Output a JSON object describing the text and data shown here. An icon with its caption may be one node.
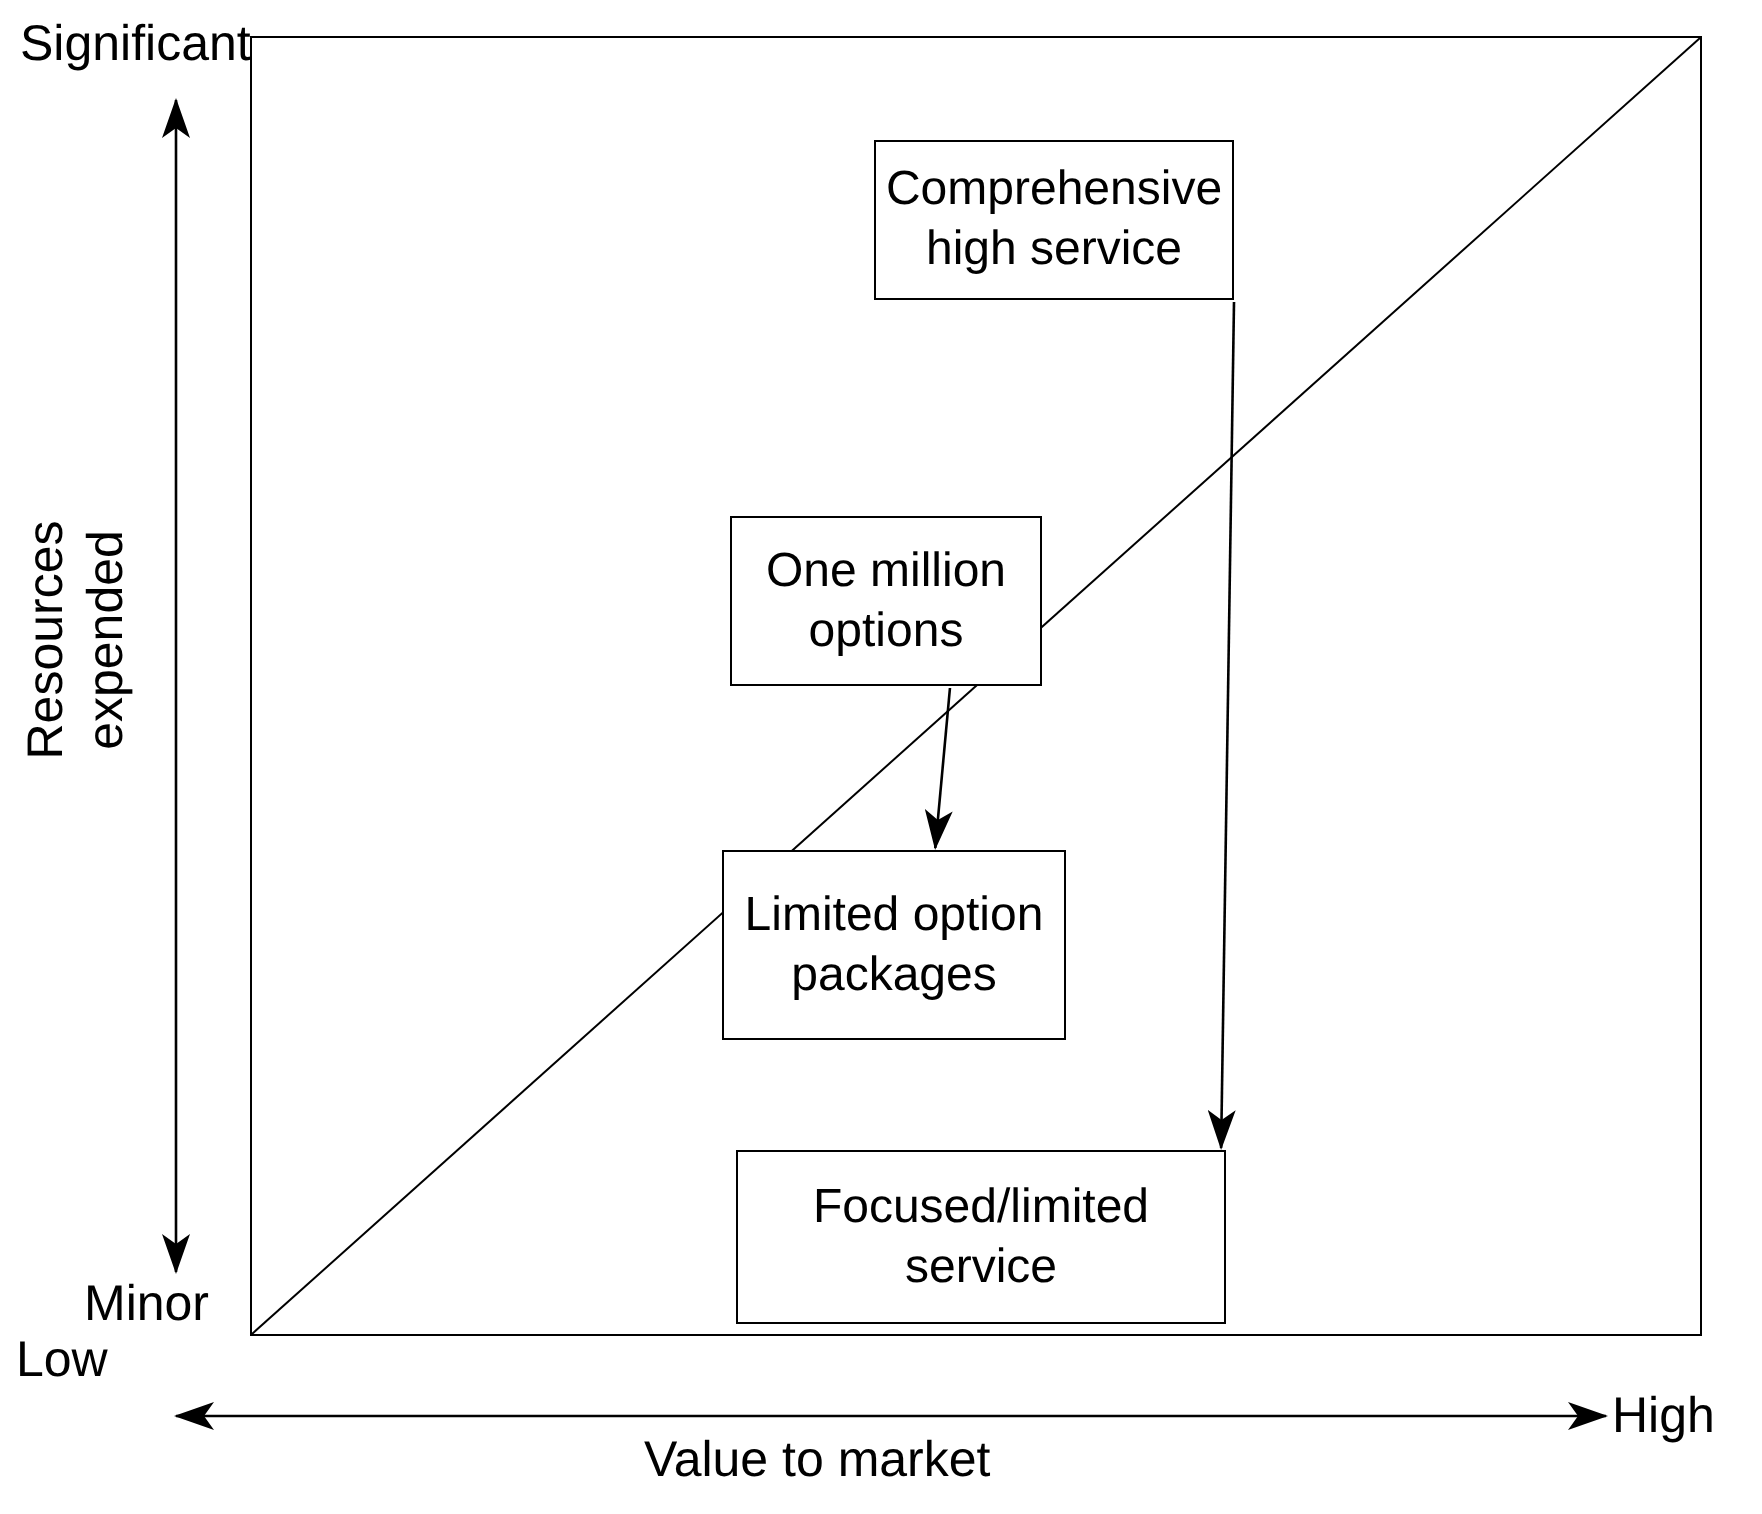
{
  "diagram": {
    "nodes": [
      {
        "text": [],
        "shape": "box"
      },
      {
        "text": [
          "Comprehensive high service"
        ],
        "in": 0
      },
      {
        "text": [
          "One million options"
        ],
        "in": 0
      },
      {
        "text": [
          "Limited option packages"
        ],
        "in": 0
      },
      {
        "text": [
          "Focused/limited service"
        ],
        "in": 0
      }
    ],
    "edges": [
      {
        "from": 2,
        "to": 3,
        "arrow": "to"
      },
      {
        "from": 1,
        "to": 4,
        "arrow": "to"
      }
    ],
    "labels": [
      "Significant",
      "Resources expended",
      "Minor",
      "Low",
      "High",
      "Value to market"
    ]
  }
}
